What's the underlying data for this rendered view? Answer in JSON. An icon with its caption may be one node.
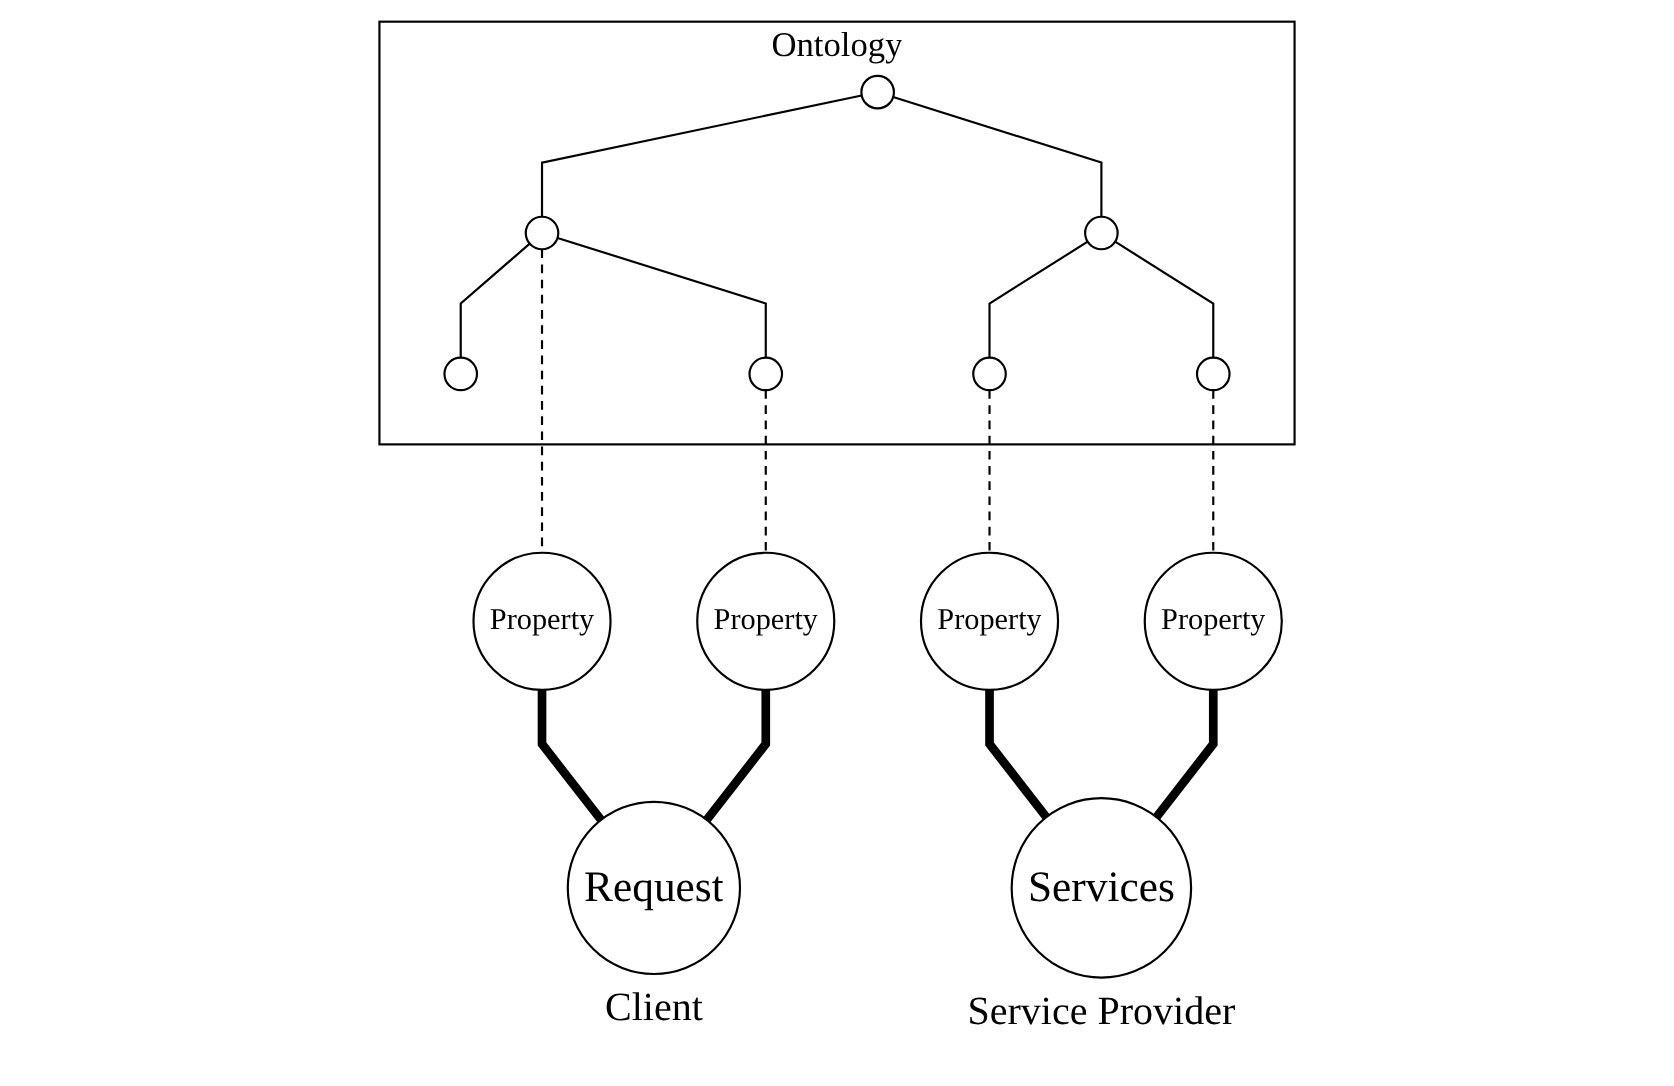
{
  "diagram": {
    "nodes": [
      {
        "text": [
          "Ontology"
        ]
      },
      {
        "text": [],
        "shape": "circle",
        "in": 0
      },
      {
        "text": [],
        "shape": "circle",
        "in": 0
      },
      {
        "text": [],
        "shape": "circle",
        "in": 0
      },
      {
        "text": [],
        "shape": "circle",
        "in": 0
      },
      {
        "text": [],
        "shape": "circle",
        "in": 0
      },
      {
        "text": [],
        "shape": "circle",
        "in": 0
      },
      {
        "text": [],
        "shape": "circle",
        "in": 0
      },
      {
        "text": [
          "Property"
        ]
      },
      {
        "text": [
          "Property"
        ]
      },
      {
        "text": [
          "Request"
        ],
        "beside": [
          "Client"
        ]
      },
      {
        "text": [
          "Property"
        ]
      },
      {
        "text": [
          "Property"
        ]
      },
      {
        "text": [
          "Services"
        ],
        "beside": [
          "Service Provider"
        ]
      }
    ],
    "edges": [
      {
        "from": 1,
        "to": 2,
        "arrow": "none"
      },
      {
        "from": 1,
        "to": 3,
        "arrow": "none"
      },
      {
        "from": 2,
        "to": 4,
        "arrow": "none"
      },
      {
        "from": 2,
        "to": 5,
        "arrow": "none"
      },
      {
        "from": 3,
        "to": 6,
        "arrow": "none"
      },
      {
        "from": 3,
        "to": 7,
        "arrow": "none"
      },
      {
        "from": 2,
        "to": 8,
        "arrow": "none",
        "style": "dashed"
      },
      {
        "from": 5,
        "to": 9,
        "arrow": "none",
        "style": "dashed"
      },
      {
        "from": 6,
        "to": 11,
        "arrow": "none",
        "style": "dashed"
      },
      {
        "from": 7,
        "to": 12,
        "arrow": "none",
        "style": "dashed"
      },
      {
        "from": 8,
        "to": 10,
        "arrow": "none",
        "style": "thick"
      },
      {
        "from": 9,
        "to": 10,
        "arrow": "none",
        "style": "thick"
      },
      {
        "from": 11,
        "to": 13,
        "arrow": "none",
        "style": "thick"
      },
      {
        "from": 12,
        "to": 13,
        "arrow": "none",
        "style": "thick"
      }
    ]
  }
}
